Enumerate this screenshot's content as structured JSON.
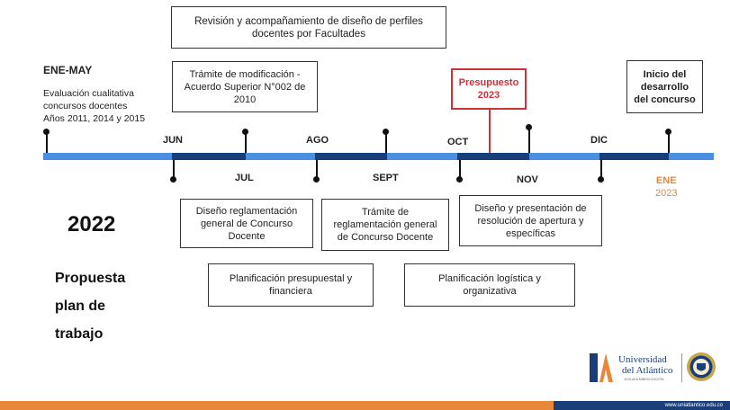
{
  "top_boxes": {
    "revision": "Revisión y acompañamiento de diseño de perfiles docentes por Facultades",
    "tramite_mod": "Trámite de modificación - Acuerdo Superior N°002 de 2010",
    "presupuesto_line1": "Presupuesto",
    "presupuesto_line2": "2023",
    "inicio": "Inicio del desarrollo del concurso"
  },
  "ene_may": {
    "title": "ENE-MAY",
    "line1": "Evaluación cualitativa",
    "line2": "concursos docentes",
    "line3": "Años 2011, 2014 y 2015"
  },
  "months": {
    "jun": "JUN",
    "jul": "JUL",
    "ago": "AGO",
    "sept": "SEPT",
    "oct": "OCT",
    "nov": "NOV",
    "dic": "DIC",
    "ene_line1": "ENE",
    "ene_line2": "2023"
  },
  "bottom_boxes": {
    "diseno_reg": "Diseño reglamentación general de Concurso Docente",
    "tramite_reg": "Trámite de reglamentación general de Concurso Docente",
    "diseno_pres": "Diseño y presentación de resolución de apertura y específicas",
    "plan_pres": "Planificación presupuestal y financiera",
    "plan_log": "Planificación logística y organizativa"
  },
  "year": "2022",
  "subtitle": {
    "line1": "Propuesta",
    "line2": "plan de",
    "line3": "trabajo"
  },
  "logo": {
    "name_line1": "Universidad",
    "name_line2": "del Atlántico",
    "tagline": "VIGILADA MINEDUCACIÓN",
    "url": "www.uniatlantico.edu.co"
  },
  "colors": {
    "timeline_light": "#4a8fe0",
    "timeline_dark": "#1a3f78",
    "accent_red": "#d0323a",
    "accent_orange": "#e8863a"
  }
}
